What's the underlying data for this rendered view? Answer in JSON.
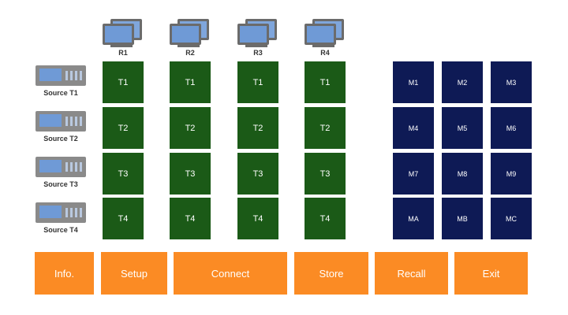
{
  "receivers": [
    {
      "label": "R1"
    },
    {
      "label": "R2"
    },
    {
      "label": "R3"
    },
    {
      "label": "R4"
    }
  ],
  "sources": [
    {
      "label": "Source T1"
    },
    {
      "label": "Source T2"
    },
    {
      "label": "Source T3"
    },
    {
      "label": "Source T4"
    }
  ],
  "matrix_rows": [
    "T1",
    "T2",
    "T3",
    "T4"
  ],
  "memory": [
    "M1",
    "M2",
    "M3",
    "M4",
    "M5",
    "M6",
    "M7",
    "M8",
    "M9",
    "MA",
    "MB",
    "MC"
  ],
  "buttons": {
    "info": "Info.",
    "setup": "Setup",
    "connect": "Connect",
    "store": "Store",
    "recall": "Recall",
    "exit": "Exit"
  },
  "colors": {
    "matrix_tile": "#1b5a17",
    "memory_tile": "#0e1a55",
    "button": "#fb8b24"
  }
}
